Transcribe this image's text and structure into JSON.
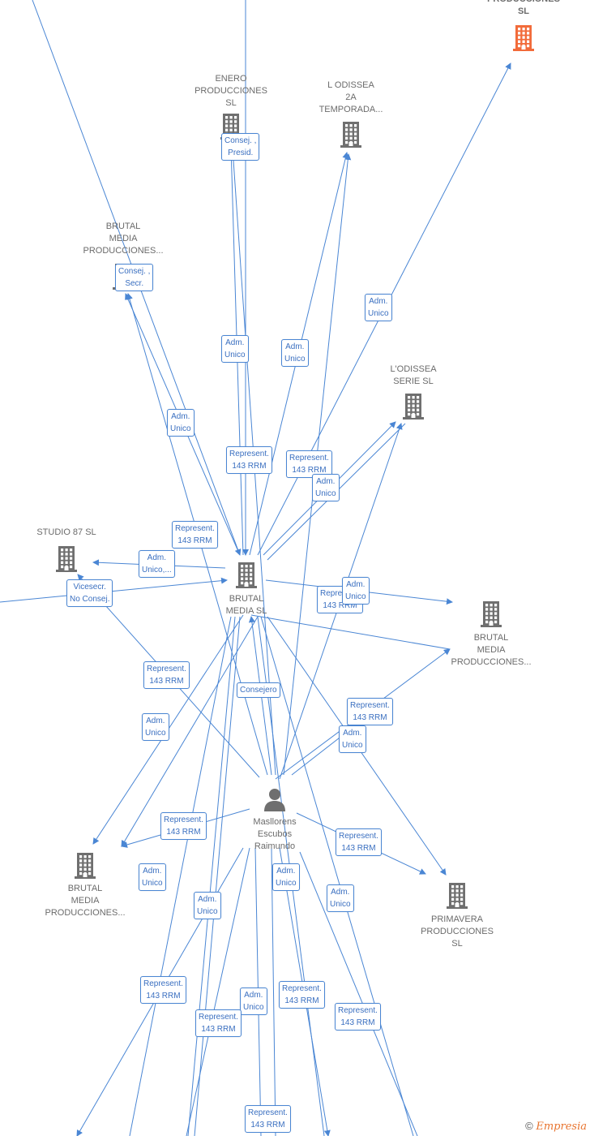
{
  "colors": {
    "edge": "#4a86d4",
    "company_icon": "#6f6f6f",
    "highlight_icon": "#f26b3a",
    "person_icon": "#6f6f6f",
    "label_text": "#6b6b6b"
  },
  "nodes": [
    {
      "id": "top_right",
      "label": "PRODUCCIONES\nSL",
      "icon": "building-icon",
      "highlight": true
    },
    {
      "id": "enero",
      "label": "ENERO\nPRODUCCIONES\nSL",
      "icon": "building-icon"
    },
    {
      "id": "odissea2a",
      "label": "L ODISSEA\n2A\nTEMPORADA...",
      "icon": "building-icon"
    },
    {
      "id": "brutal_top",
      "label": "BRUTAL\nMEDIA\nPRODUCCIONES...",
      "icon": "building-icon"
    },
    {
      "id": "odissea_serie",
      "label": "L'ODISSEA\nSERIE SL",
      "icon": "building-icon"
    },
    {
      "id": "studio87",
      "label": "STUDIO 87 SL",
      "icon": "building-icon"
    },
    {
      "id": "brutal_center",
      "label": "BRUTAL\nMEDIA SL",
      "icon": "building-icon"
    },
    {
      "id": "brutal_right",
      "label": "BRUTAL\nMEDIA\nPRODUCCIONES...",
      "icon": "building-icon"
    },
    {
      "id": "person",
      "label": "Masllorens\nEscubos\nRaimundo",
      "icon": "person-icon"
    },
    {
      "id": "brutal_left",
      "label": "BRUTAL\nMEDIA\nPRODUCCIONES...",
      "icon": "building-icon"
    },
    {
      "id": "primavera",
      "label": "PRIMAVERA\nPRODUCCIONES\nSL",
      "icon": "building-icon"
    }
  ],
  "edge_labels": [
    "Consej. ,\nPresid.",
    "Consej. ,\nSecr.",
    "Adm.\nUnico",
    "Adm.\nUnico",
    "Adm.\nUnico",
    "Adm.\nUnico",
    "Represent.\n143 RRM",
    "Represent.\n143 RRM",
    "Adm.\nUnico",
    "Represent.\n143 RRM",
    "Adm.\nUnico,...",
    "Vicesecr.\nNo Consej.",
    "Represent.\n143 RRM",
    "Adm.\nUnico",
    "Represent.\n143 RRM",
    "Consejero",
    "Adm.\nUnico",
    "Represent.\n143 RRM",
    "Adm.\nUnico",
    "Represent.\n143 RRM",
    "Represent.\n143 RRM",
    "Adm.\nUnico",
    "Adm.\nUnico",
    "Adm.\nUnico",
    "Adm.\nUnico",
    "Represent.\n143 RRM",
    "Represent.\n143 RRM",
    "Adm.\nUnico",
    "Represent.\n143 RRM",
    "Represent.\n143 RRM",
    "Represent.\n143 RRM"
  ],
  "footer": {
    "copyright_symbol": "©",
    "brand": "Empresia"
  }
}
